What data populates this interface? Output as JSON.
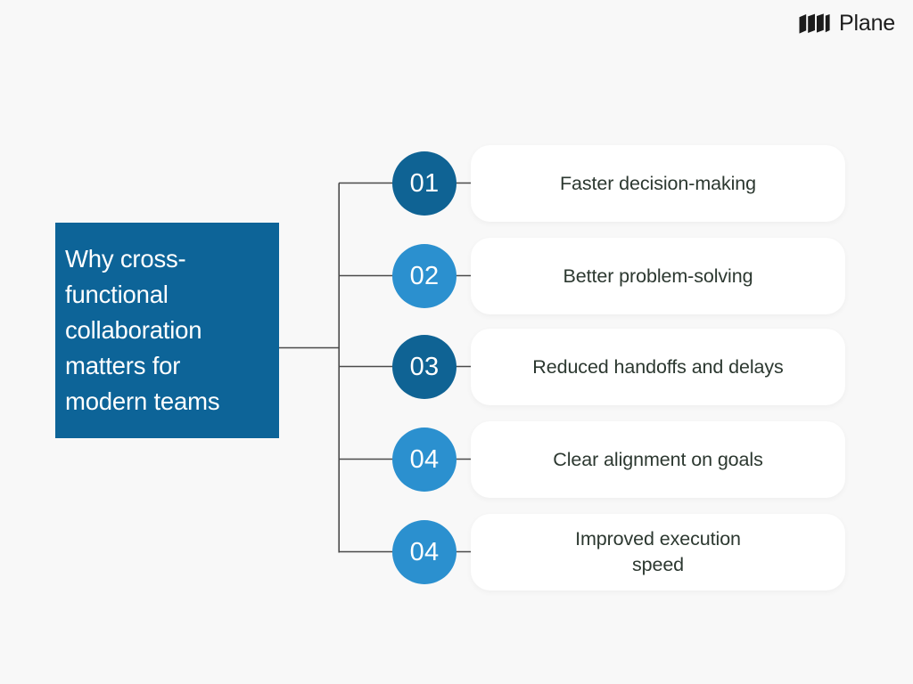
{
  "page": {
    "background_color": "#f8f8f8"
  },
  "brand": {
    "name": "Plane",
    "logo_icon": "plane-logo-mark",
    "color": "#1c1c1c"
  },
  "title_block": {
    "text": "Why cross-\nfunctional\ncollaboration\nmatters for\nmodern teams",
    "background_color": "#0d6498",
    "text_color": "#ffffff"
  },
  "colors": {
    "dark_blue": "#0f6394",
    "light_blue": "#2b90cf",
    "pill_background": "#ffffff",
    "pill_text": "#2c3830",
    "connector_line": "#4b4b4b"
  },
  "items": [
    {
      "number": "01",
      "label": "Faster decision-making",
      "circle_style": "dark"
    },
    {
      "number": "02",
      "label": "Better problem-solving",
      "circle_style": "light"
    },
    {
      "number": "03",
      "label": "Reduced handoffs and delays",
      "circle_style": "dark"
    },
    {
      "number": "04",
      "label": "Clear alignment on goals",
      "circle_style": "light"
    },
    {
      "number": "04",
      "label": "Improved execution\nspeed",
      "circle_style": "light"
    }
  ]
}
